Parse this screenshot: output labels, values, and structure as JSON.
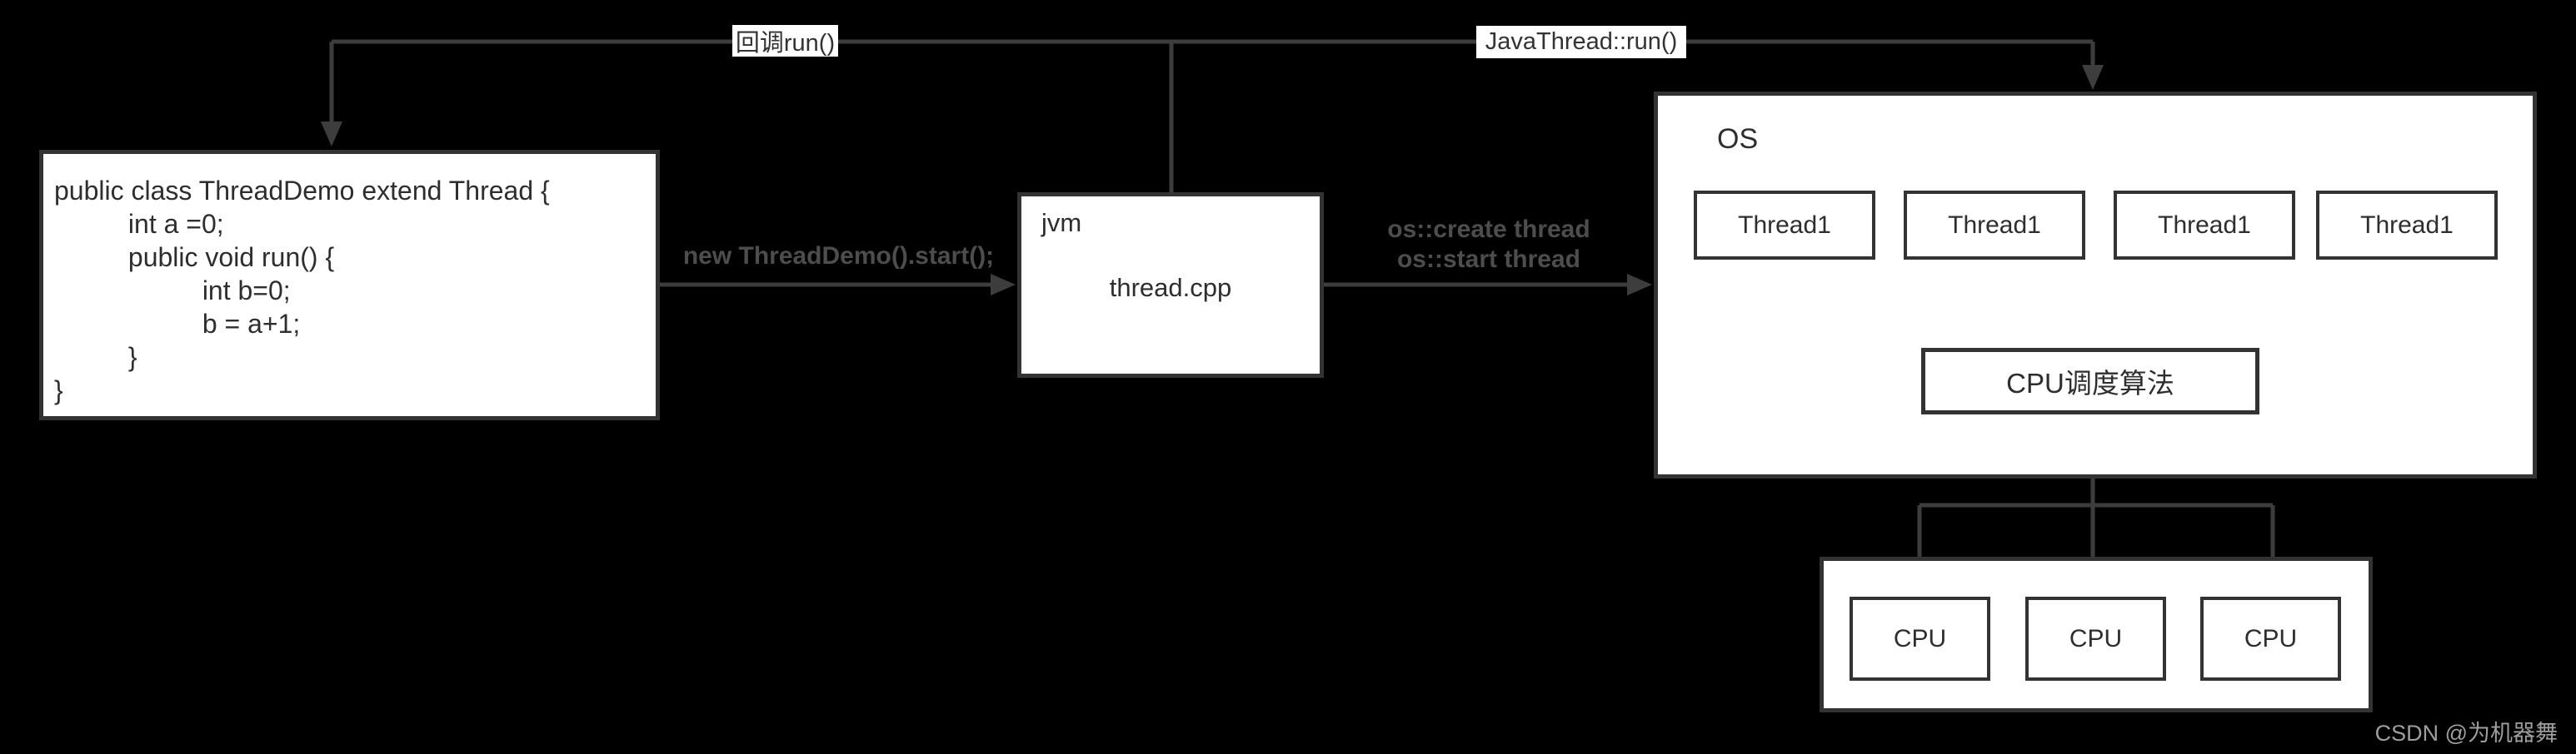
{
  "labels": {
    "callback_run": "回调run()",
    "javathread_run": "JavaThread::run()",
    "start_call": "new ThreadDemo().start();",
    "os_create_thread": "os::create thread",
    "os_start_thread": "os::start thread"
  },
  "code_box": {
    "code": "public class ThreadDemo extend Thread {\n\tint a =0;\n\tpublic void run() {\n\t\tint b=0;\n\t\tb = a+1;\n\t}\n}"
  },
  "jvm_box": {
    "title": "jvm",
    "content": "thread.cpp"
  },
  "os_box": {
    "title": "OS",
    "threads": [
      "Thread1",
      "Thread1",
      "Thread1",
      "Thread1"
    ],
    "scheduler": "CPU调度算法"
  },
  "cpu_area": {
    "cpus": [
      "CPU",
      "CPU",
      "CPU"
    ]
  },
  "watermark": "CSDN @为机器舞",
  "colors": {
    "background": "#000000",
    "line": "#3d3d3d",
    "box_border": "#333333",
    "box_fill": "#ffffff",
    "box_text": "#2e2e2e",
    "arrow_label_text": "#4d4d4d",
    "watermark_text": "#9e9e9e"
  }
}
